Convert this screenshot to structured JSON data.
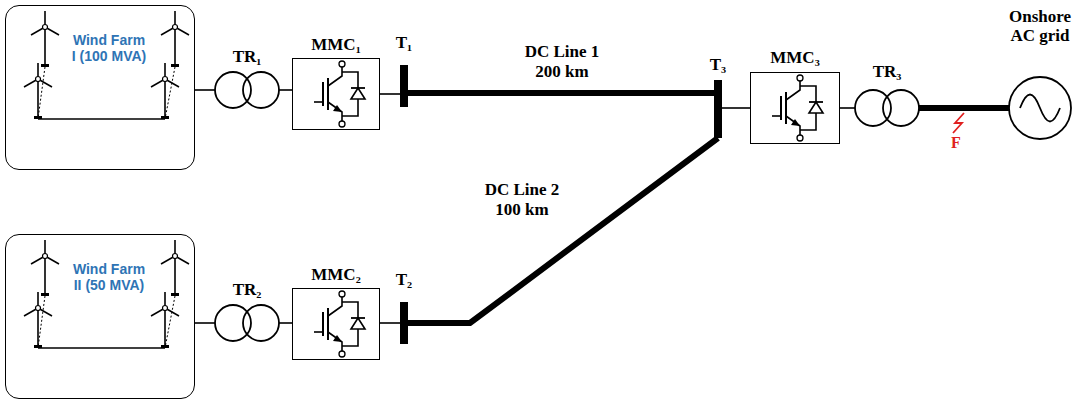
{
  "diagram": {
    "nodes": [
      {
        "text": [
          "Wind Farm I (100 MVA)"
        ]
      },
      {
        "text": [
          "TR₁"
        ]
      },
      {
        "text": [
          "MMC₁"
        ]
      },
      {
        "text": [
          "T₁"
        ]
      },
      {
        "text": [
          "T₃"
        ]
      },
      {
        "text": [
          "MMC₃"
        ]
      },
      {
        "text": [
          "TR₃"
        ]
      },
      {
        "text": [
          "Onshore AC grid"
        ]
      },
      {
        "text": [
          "Wind Farm II (50 MVA)"
        ]
      },
      {
        "text": [
          "TR₂"
        ]
      },
      {
        "text": [
          "MMC₂"
        ]
      },
      {
        "text": [
          "T₂"
        ]
      }
    ],
    "edges": [
      {
        "from": 0,
        "to": 1,
        "arrow": "none"
      },
      {
        "from": 1,
        "to": 2,
        "arrow": "none"
      },
      {
        "from": 2,
        "to": 3,
        "arrow": "none"
      },
      {
        "from": 3,
        "to": 4,
        "label": "DC Line 1 200 km",
        "arrow": "none"
      },
      {
        "from": 4,
        "to": 5,
        "arrow": "none"
      },
      {
        "from": 5,
        "to": 6,
        "arrow": "none"
      },
      {
        "from": 6,
        "to": 7,
        "arrow": "none"
      },
      {
        "from": 8,
        "to": 9,
        "arrow": "none"
      },
      {
        "from": 9,
        "to": 10,
        "arrow": "none"
      },
      {
        "from": 10,
        "to": 11,
        "arrow": "none"
      },
      {
        "from": 11,
        "to": 4,
        "label": "DC Line 2 100 km",
        "arrow": "none"
      }
    ],
    "labels": [
      "F"
    ]
  }
}
